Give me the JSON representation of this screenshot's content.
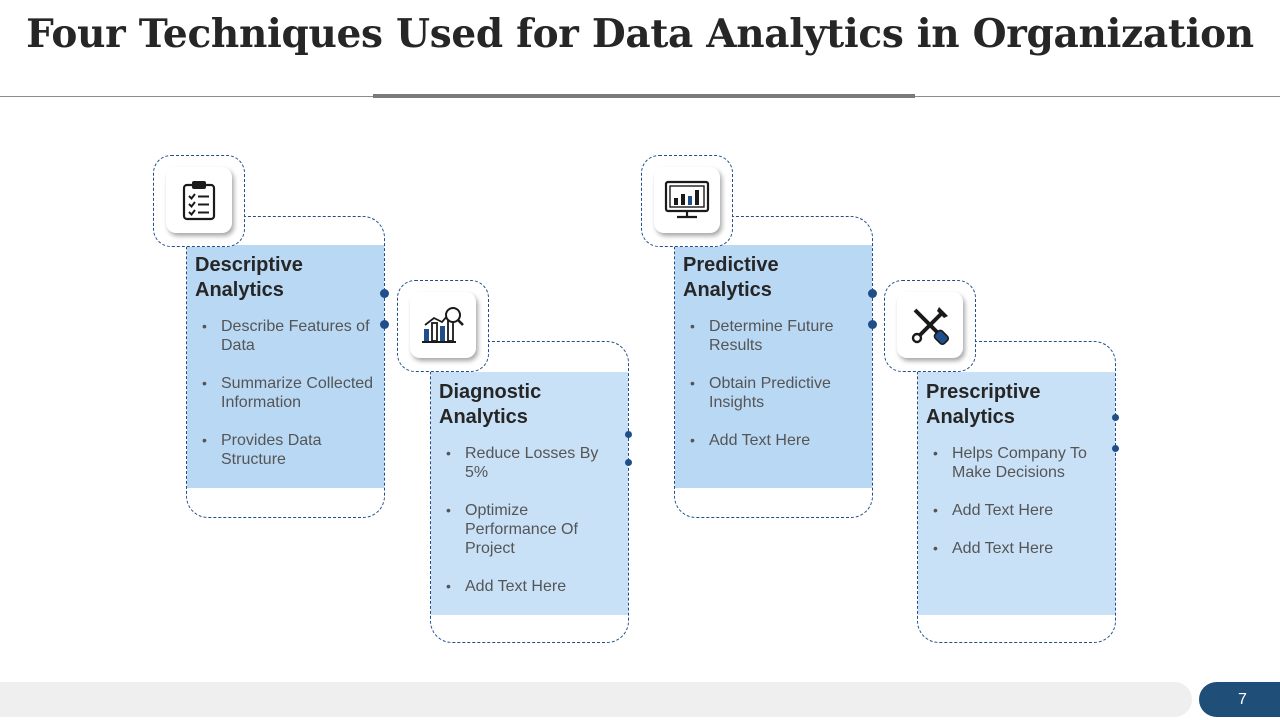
{
  "slide": {
    "title": "Four Techniques Used for Data Analytics in Organization",
    "page_number": "7"
  },
  "cards": [
    {
      "title": "Descriptive\nAnalytics",
      "icon": "clipboard-checklist-icon",
      "bullets": [
        "Describe Features of Data",
        "Summarize Collected Information",
        "Provides Data Structure"
      ]
    },
    {
      "title": "Diagnostic\nAnalytics",
      "icon": "chart-magnifier-icon",
      "bullets": [
        "Reduce Losses By 5%",
        "Optimize Performance Of Project",
        "Add Text Here"
      ]
    },
    {
      "title": "Predictive\nAnalytics",
      "icon": "monitor-chart-icon",
      "bullets": [
        "Determine Future Results",
        "Obtain Predictive Insights",
        "Add Text Here"
      ]
    },
    {
      "title": "Prescriptive\nAnalytics",
      "icon": "tools-icon",
      "bullets": [
        "Helps Company To Make Decisions",
        "Add Text Here",
        "Add Text Here"
      ]
    }
  ],
  "colors": {
    "accent": "#1f4e8a",
    "panel_dark": "#b9d8f4",
    "panel_light": "#c9e1f7",
    "page_badge": "#1f4e79"
  }
}
